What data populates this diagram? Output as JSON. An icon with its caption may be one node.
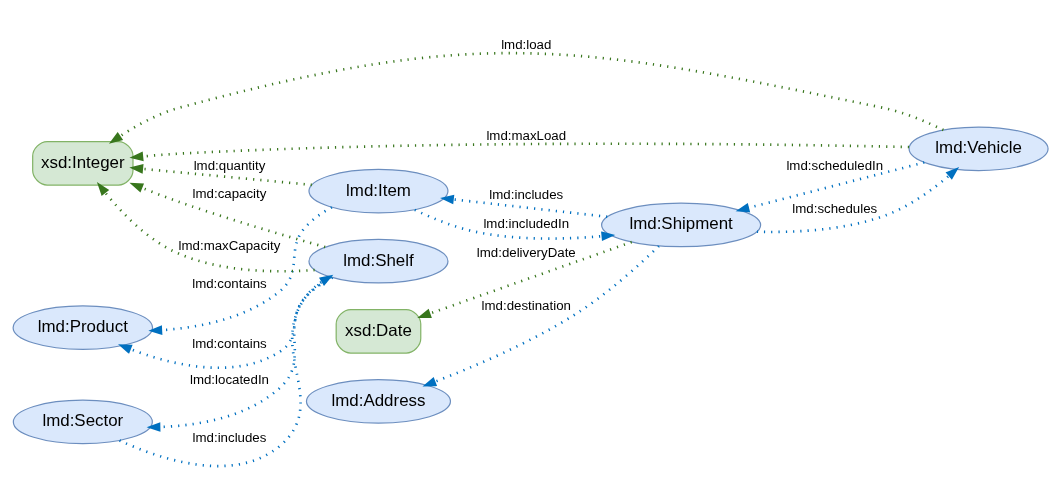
{
  "diagram": {
    "nodes": [
      {
        "text": [
          "xsd:Integer"
        ]
      },
      {
        "text": [
          "lmd:Vehicle"
        ]
      },
      {
        "text": [
          "xsd:Date"
        ]
      },
      {
        "text": [
          "lmd:Address"
        ]
      },
      {
        "text": [
          "lmd:Shipment"
        ]
      },
      {
        "text": [
          "lmd:Item"
        ]
      },
      {
        "text": [
          "lmd:Product"
        ]
      },
      {
        "text": [
          "lmd:Shelf"
        ]
      },
      {
        "text": [
          "lmd:Sector"
        ]
      }
    ],
    "edges": [
      {
        "from": 1,
        "to": 0,
        "arrow": "to",
        "label": "lmd:load",
        "color": "#38761d"
      },
      {
        "from": 1,
        "to": 0,
        "arrow": "to",
        "label": "lmd:maxLoad",
        "color": "#38761d"
      },
      {
        "from": 1,
        "to": 4,
        "arrow": "to",
        "label": "lmd:scheduledIn"
      },
      {
        "from": 4,
        "to": 1,
        "arrow": "to",
        "label": "lmd:schedules"
      },
      {
        "from": 4,
        "to": 2,
        "arrow": "to",
        "label": "lmd:deliveryDate",
        "color": "#38761d"
      },
      {
        "from": 4,
        "to": 3,
        "arrow": "to",
        "label": "lmd:destination"
      },
      {
        "from": 4,
        "to": 5,
        "arrow": "to",
        "label": "lmd:includes"
      },
      {
        "from": 5,
        "to": 4,
        "arrow": "to",
        "label": "lmd:includedIn"
      },
      {
        "from": 5,
        "to": 0,
        "arrow": "to",
        "label": "lmd:quantity",
        "color": "#38761d"
      },
      {
        "from": 5,
        "to": 6,
        "arrow": "to",
        "label": "lmd:contains"
      },
      {
        "from": 7,
        "to": 6,
        "arrow": "to",
        "label": "lmd:contains"
      },
      {
        "from": 7,
        "to": 0,
        "arrow": "to",
        "label": "lmd:capacity",
        "color": "#38761d"
      },
      {
        "from": 8,
        "to": 7,
        "arrow": "to",
        "label": "lmd:includes"
      },
      {
        "from": 7,
        "to": 0,
        "arrow": "to",
        "label": "lmd:maxCapacity",
        "color": "#38761d"
      },
      {
        "from": 7,
        "to": 8,
        "arrow": "to",
        "label": "lmd:locatedIn"
      }
    ]
  }
}
